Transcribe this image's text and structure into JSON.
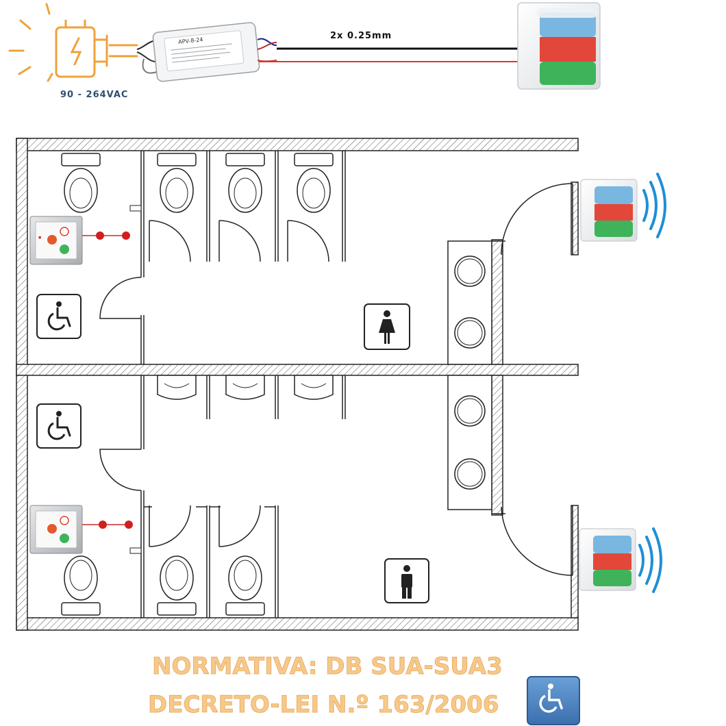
{
  "power": {
    "voltage_label": "90 - 264VAC",
    "icon": "power-plug-icon"
  },
  "driver": {
    "model_label": "APV-8-24"
  },
  "cable": {
    "label": "2x  0.25mm"
  },
  "signs": {
    "female": "female-restroom-icon",
    "male": "male-restroom-icon",
    "accessible": "wheelchair-icon"
  },
  "regulation": {
    "line1": "NORMATIVA: DB SUA-SUA3",
    "line2": "DECRETO-LEI N.º 163/2006"
  },
  "colors": {
    "beacon_blue": "#7ab7e0",
    "beacon_red": "#e2473a",
    "beacon_green": "#3fb35a",
    "signal_wave": "#1e8fd6",
    "warning_orange": "#f0a13a",
    "regulation_text": "#f6c98a",
    "badge_blue": "#4d86c4"
  }
}
